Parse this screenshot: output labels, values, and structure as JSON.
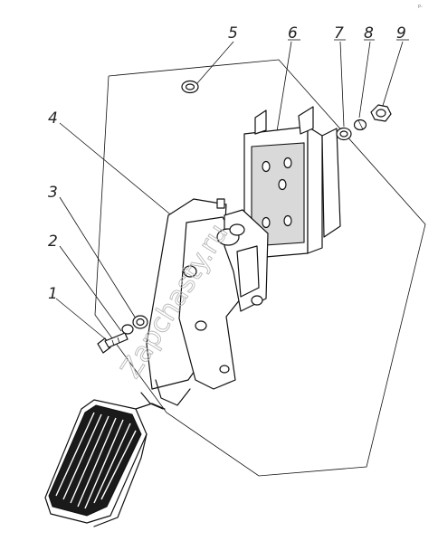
{
  "callouts": {
    "c1": "1",
    "c2": "2",
    "c3": "3",
    "c4": "4",
    "c5": "5",
    "c6": "6",
    "c7": "7",
    "c8": "8",
    "c9": "9"
  },
  "watermark": "Zapchasty.ru",
  "corner_mark": "P-"
}
